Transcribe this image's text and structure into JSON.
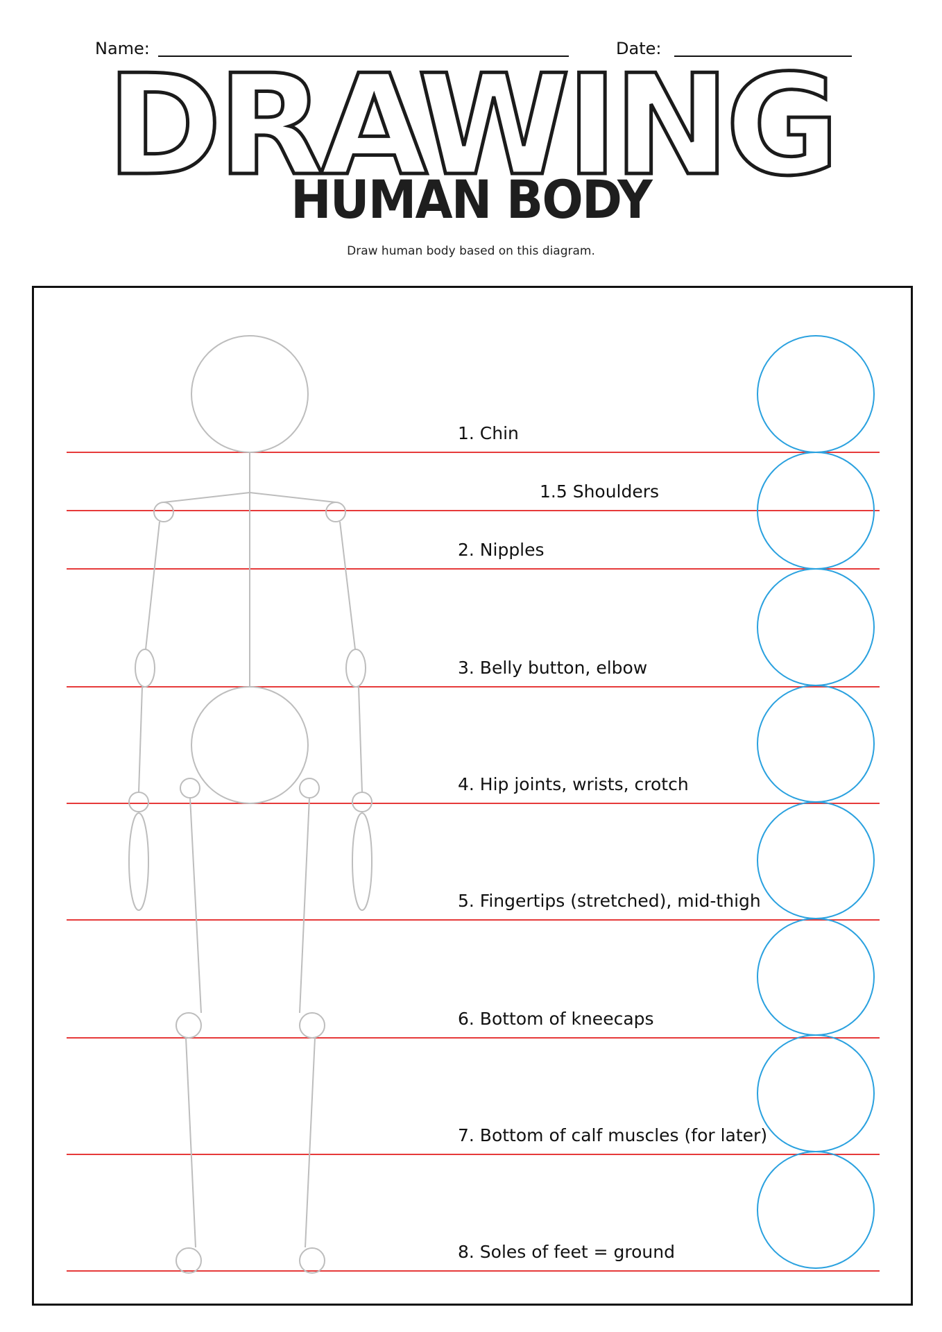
{
  "header": {
    "name_label": "Name:",
    "date_label": "Date:"
  },
  "title": {
    "main": "DRAWING",
    "sub": "HUMAN BODY",
    "instruction": "Draw human body based on this diagram."
  },
  "colors": {
    "guide_line": "#e63a3a",
    "head_circle": "#2aa1df",
    "skeleton": "#bdbdbd"
  },
  "marks": [
    {
      "label": "1. Chin"
    },
    {
      "label": "1.5 Shoulders"
    },
    {
      "label": "2. Nipples"
    },
    {
      "label": "3. Belly button, elbow"
    },
    {
      "label": "4. Hip joints, wrists, crotch"
    },
    {
      "label": "5. Fingertips (stretched), mid-thigh"
    },
    {
      "label": "6. Bottom of kneecaps"
    },
    {
      "label": "7. Bottom of calf muscles (for later)"
    },
    {
      "label": "8. Soles of feet = ground"
    }
  ]
}
